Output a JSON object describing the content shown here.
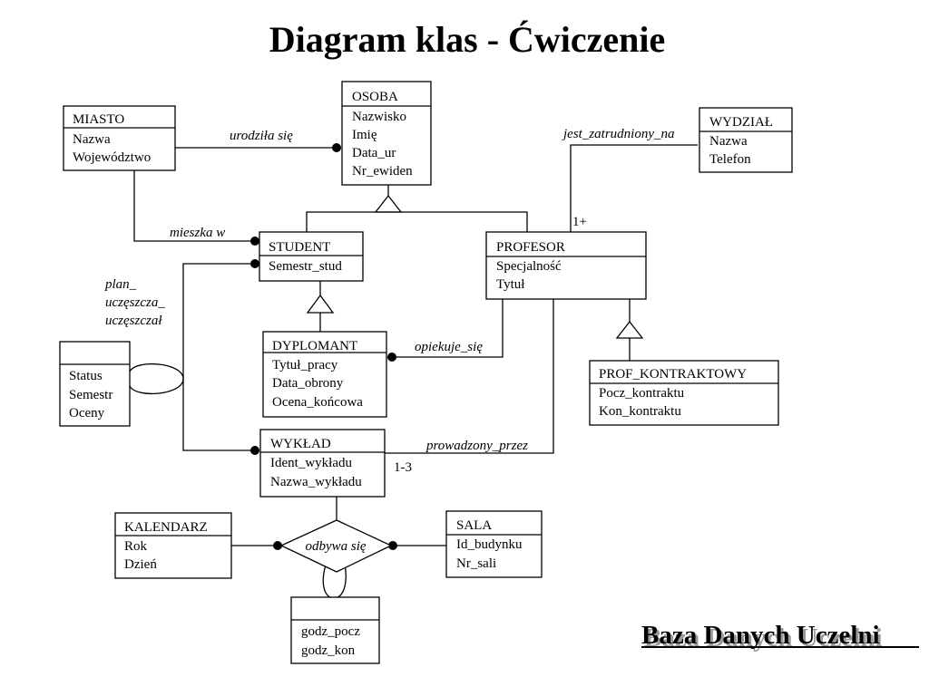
{
  "title": "Diagram klas - Ćwiczenie",
  "footer": "Baza Danych Uczelni",
  "classes": {
    "osoba": {
      "name": "OSOBA",
      "attrs": [
        "Nazwisko",
        "Imię",
        "Data_ur",
        "Nr_ewiden"
      ]
    },
    "miasto": {
      "name": "MIASTO",
      "attrs": [
        "Nazwa",
        "Województwo"
      ]
    },
    "wydzial": {
      "name": "WYDZIAŁ",
      "attrs": [
        "Nazwa",
        "Telefon"
      ]
    },
    "student": {
      "name": "STUDENT",
      "attrs": [
        "Semestr_stud"
      ]
    },
    "profesor": {
      "name": "PROFESOR",
      "attrs": [
        "Specjalność",
        "Tytuł"
      ]
    },
    "dyplomant": {
      "name": "DYPLOMANT",
      "attrs": [
        "Tytuł_pracy",
        "Data_obrony",
        "Ocena_końcowa"
      ]
    },
    "prof_kontraktowy": {
      "name": "PROF_KONTRAKTOWY",
      "attrs": [
        "Pocz_kontraktu",
        "Kon_kontraktu"
      ]
    },
    "status_link": {
      "name": "",
      "attrs": [
        "Status",
        "Semestr",
        "Oceny"
      ]
    },
    "wyklad": {
      "name": "WYKŁAD",
      "attrs": [
        "Ident_wykładu",
        "Nazwa_wykładu"
      ]
    },
    "kalendarz": {
      "name": "KALENDARZ",
      "attrs": [
        "Rok",
        "Dzień"
      ]
    },
    "sala": {
      "name": "SALA",
      "attrs": [
        "Id_budynku",
        "Nr_sali"
      ]
    },
    "godz_link": {
      "name": "",
      "attrs": [
        "godz_pocz",
        "godz_kon"
      ]
    }
  },
  "associations": {
    "urodzila_sie": "urodziła się",
    "mieszka_w": "mieszka w",
    "jest_zatrudniony_na": "jest_zatrudniony_na",
    "plan": [
      "plan_",
      "uczęszcza_",
      "uczęszczał"
    ],
    "opiekuje_sie": "opiekuje_się",
    "prowadzony_przez": "prowadzony_przez",
    "odbywa_sie": "odbywa się"
  },
  "multiplicities": {
    "profesor_wydzial": "1+",
    "wyklad_profesor": "1-3"
  }
}
